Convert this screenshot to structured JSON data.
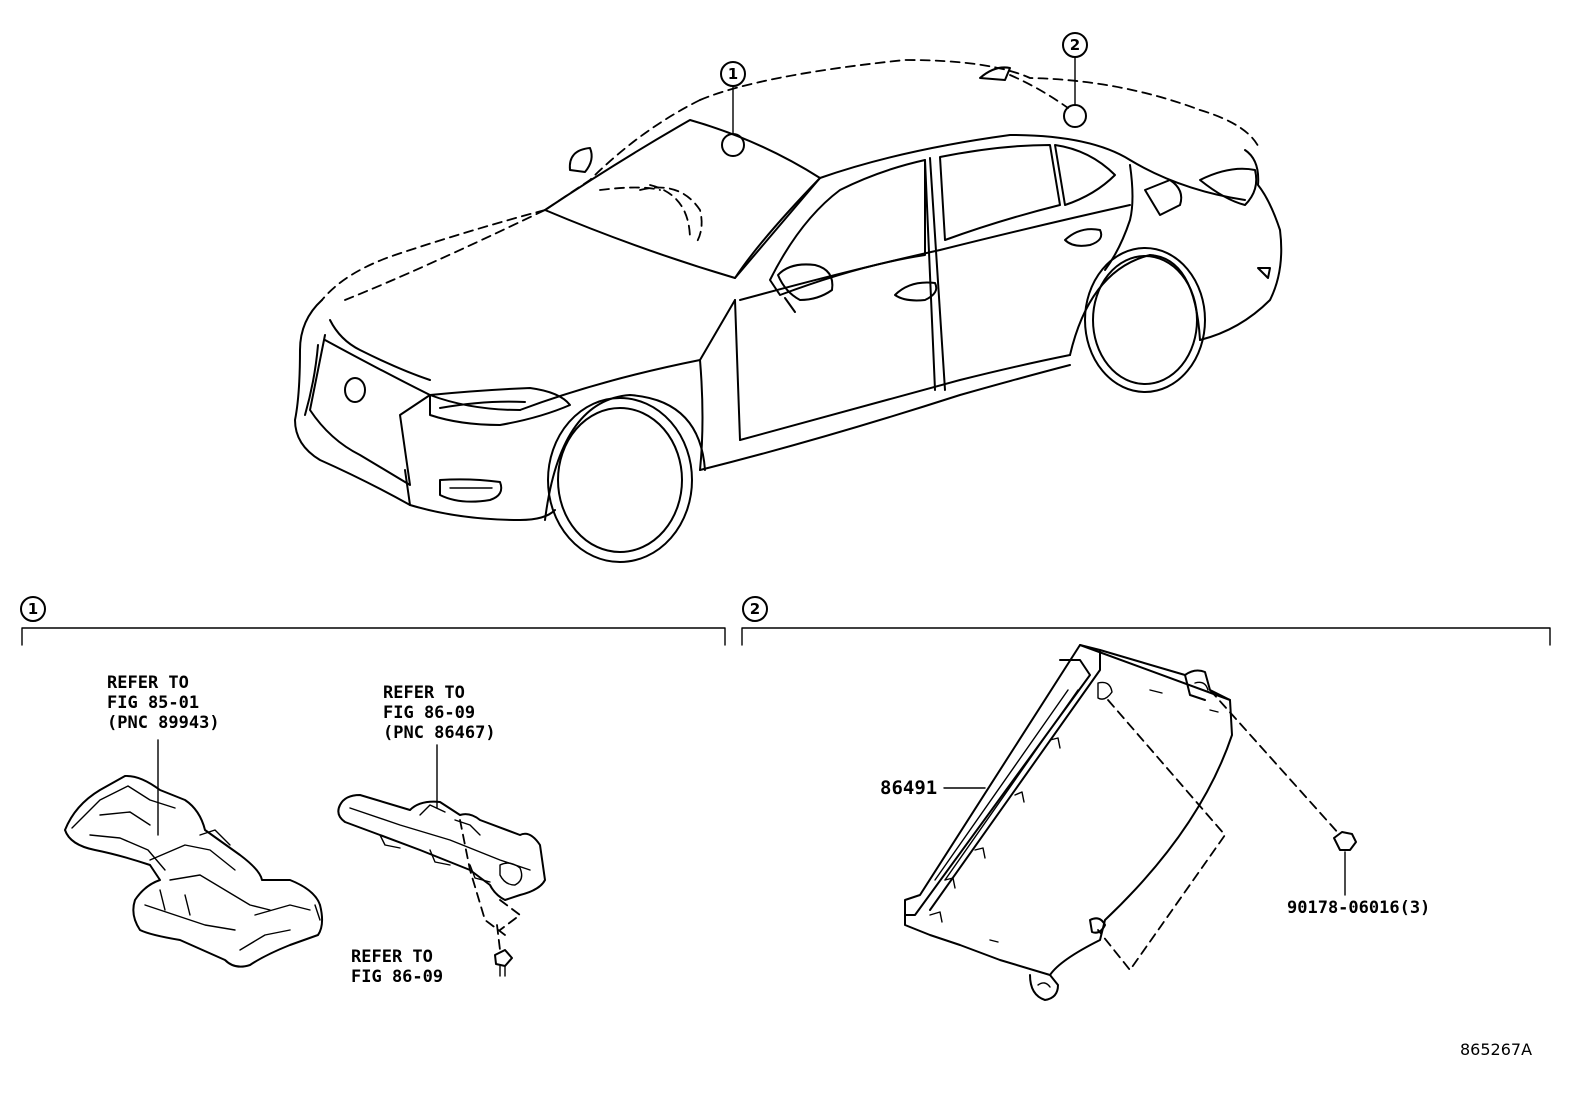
{
  "callouts": {
    "one": "1",
    "two": "2"
  },
  "sections": {
    "one_label": "1",
    "two_label": "2"
  },
  "labels": {
    "refer_a": "REFER TO\nFIG 85-01\n(PNC 89943)",
    "refer_b": "REFER TO\nFIG 86-09\n(PNC 86467)",
    "refer_c": "REFER TO\nFIG 86-09",
    "part_86491": "86491",
    "part_90178": "90178-06016(3)"
  },
  "figure_id": "865267A"
}
